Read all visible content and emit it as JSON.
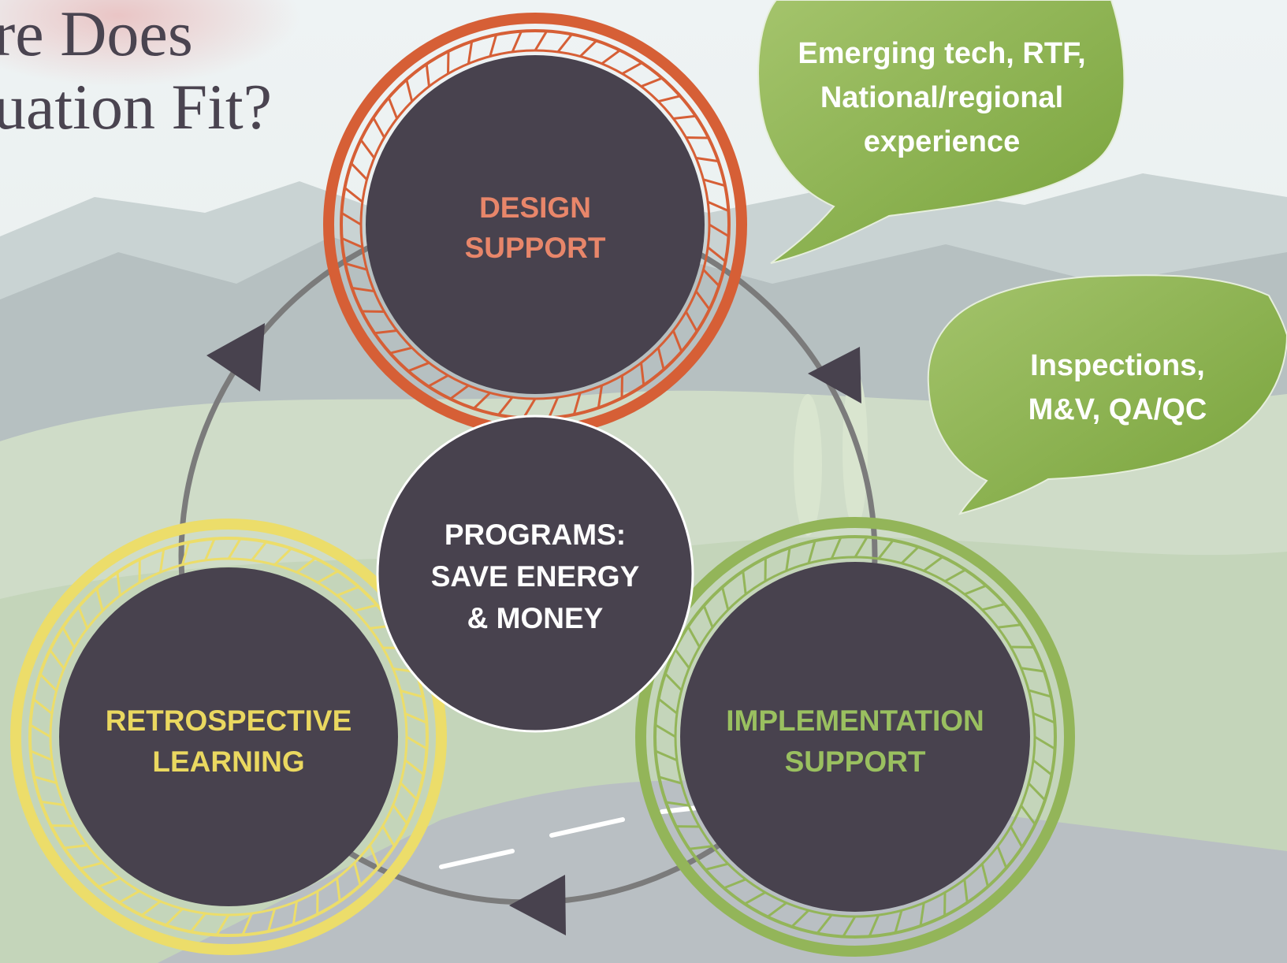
{
  "title": {
    "line1": "re Does",
    "line2": "uation Fit?"
  },
  "center": {
    "lines": [
      "PROGRAMS:",
      "SAVE ENERGY",
      "& MONEY"
    ]
  },
  "nodes": [
    {
      "id": "design",
      "lines": [
        "DESIGN",
        "SUPPORT"
      ],
      "color": "#d65f36",
      "text_color": "#e8866a"
    },
    {
      "id": "implementation",
      "lines": [
        "IMPLEMENTATION",
        "SUPPORT"
      ],
      "color": "#93b559",
      "text_color": "#9ac060"
    },
    {
      "id": "retrospective",
      "lines": [
        "RETROSPECTIVE",
        "LEARNING"
      ],
      "color": "#ecdd6a",
      "text_color": "#ead860"
    }
  ],
  "bubbles": [
    {
      "id": "design-bubble",
      "lines": [
        "Emerging tech, RTF,",
        "National/regional",
        "experience"
      ]
    },
    {
      "id": "implementation-bubble",
      "lines": [
        "Inspections,",
        "M&V, QA/QC"
      ]
    }
  ],
  "colors": {
    "node_fill": "#48424e",
    "cycle_line": "#7b7b7b",
    "bubble_green": "#84ab47"
  }
}
